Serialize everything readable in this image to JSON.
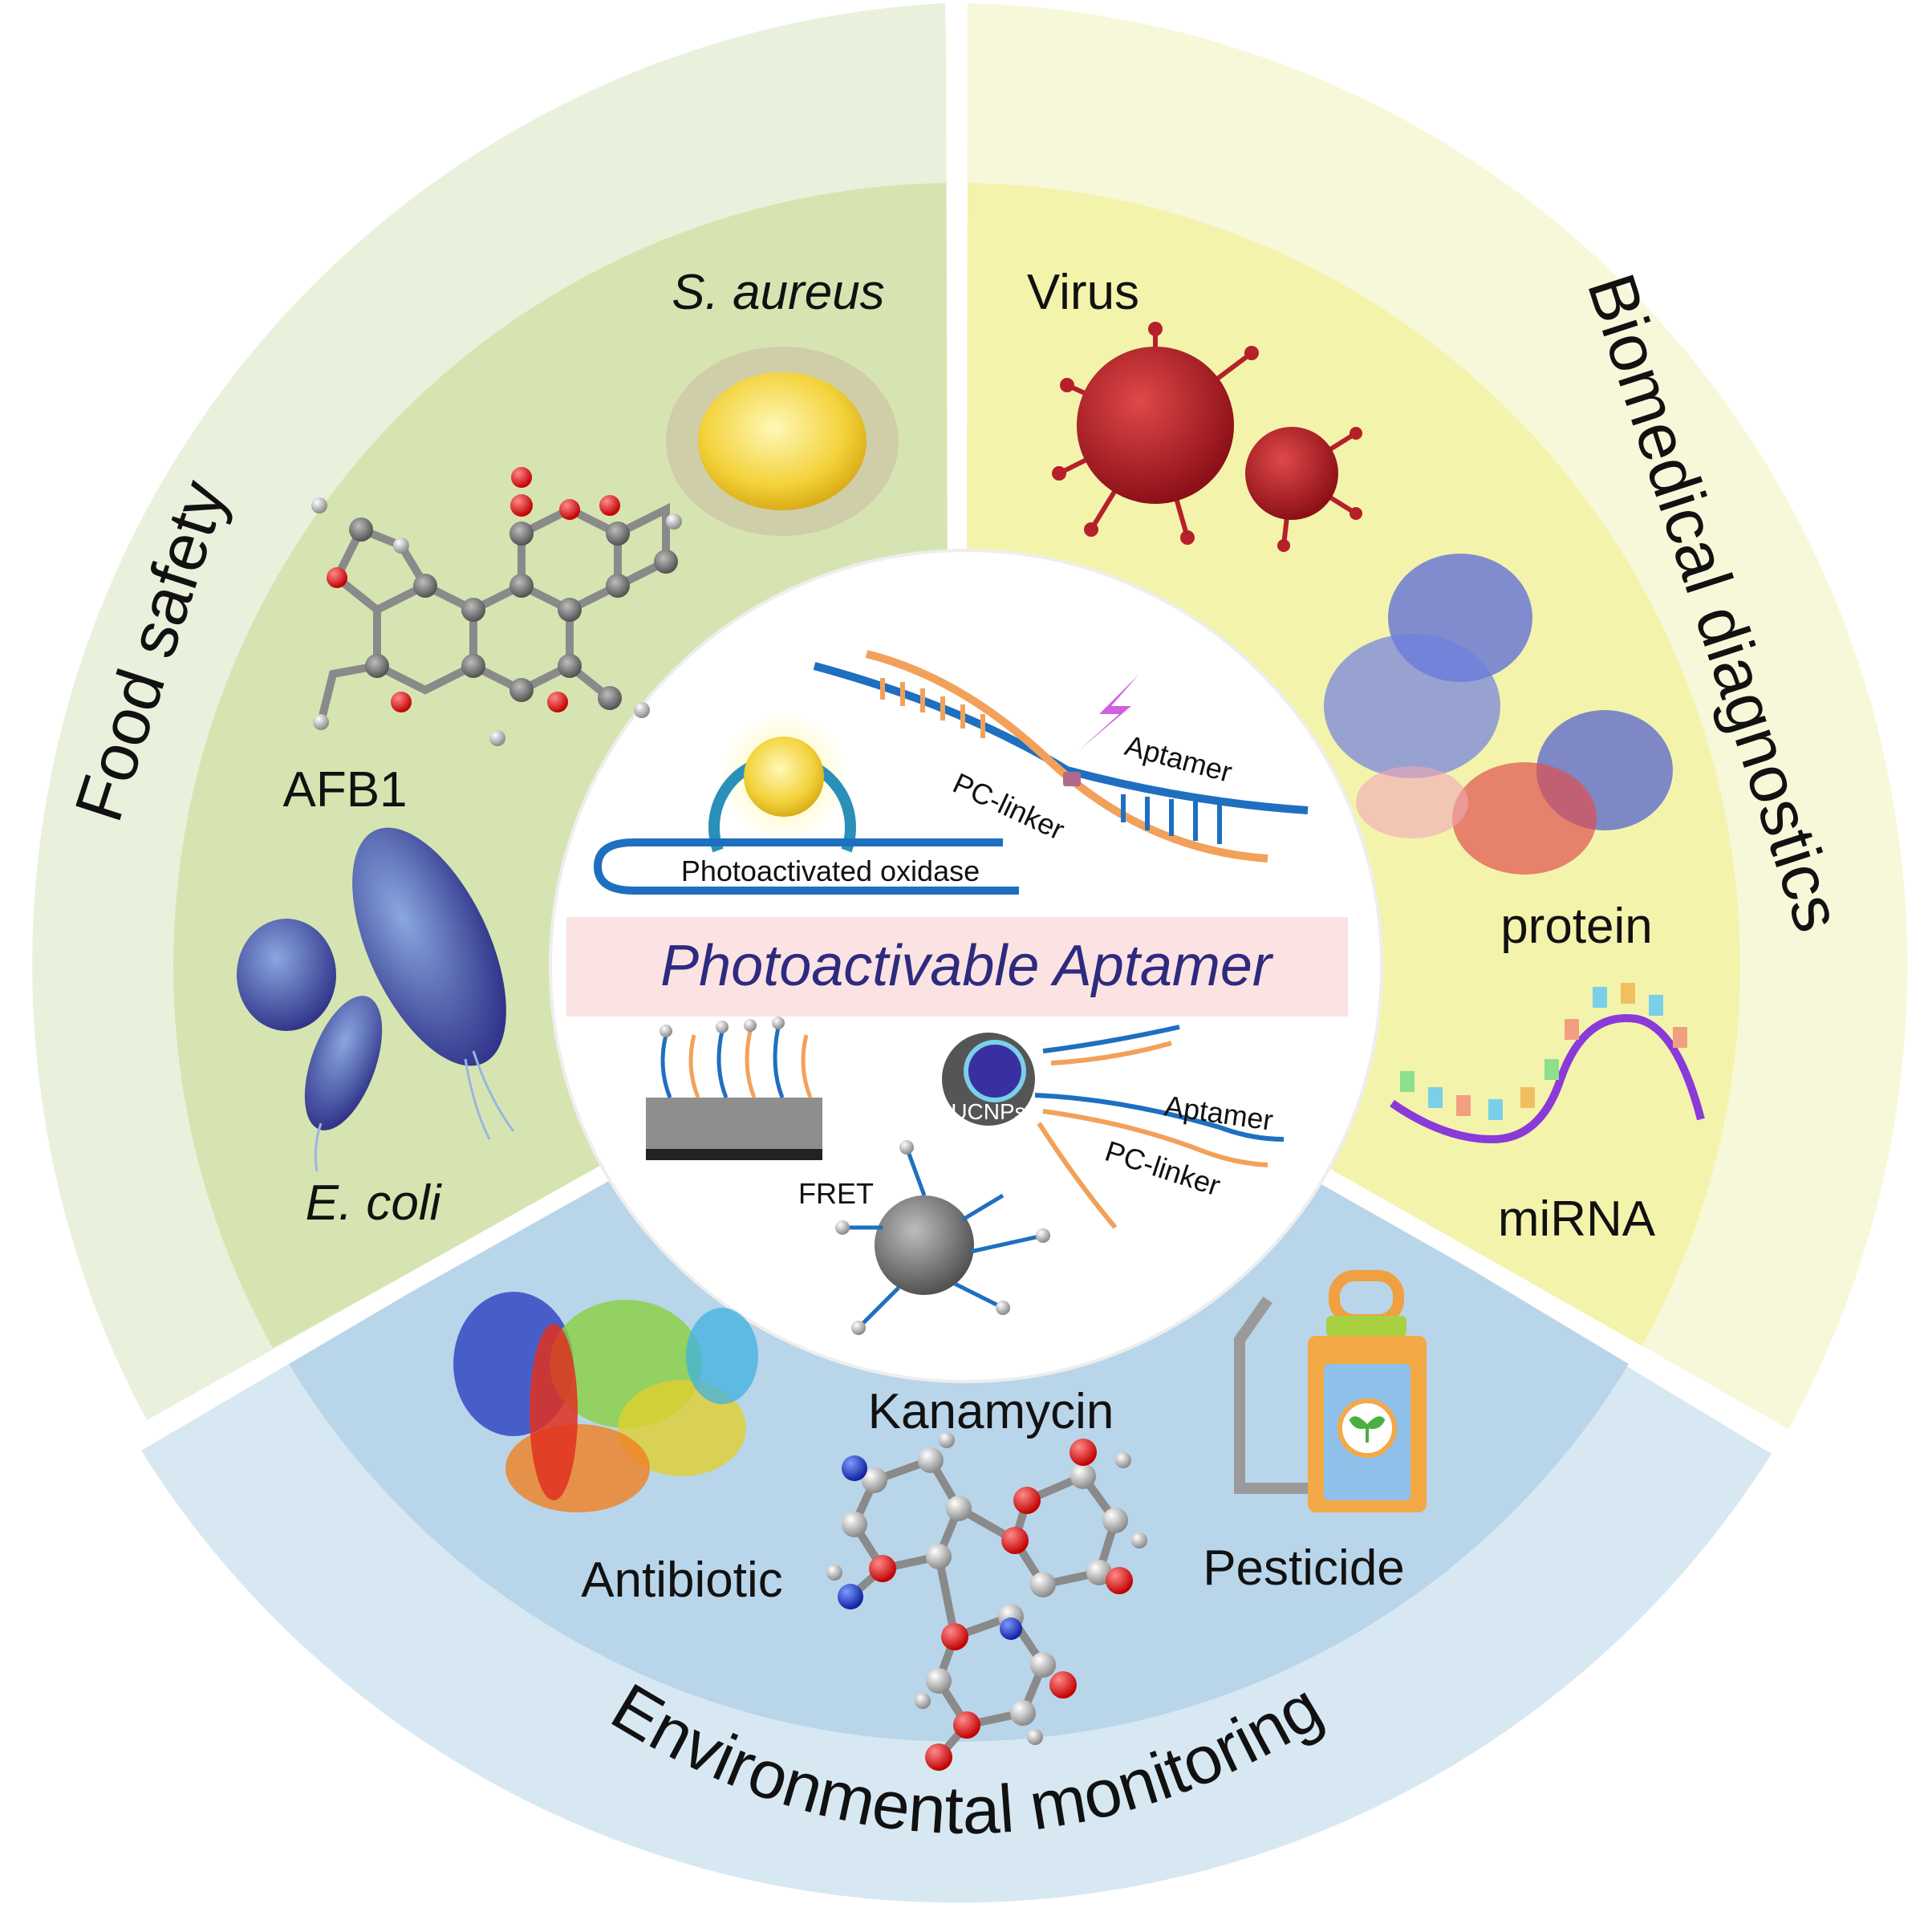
{
  "center": {
    "title": "Photoactivable Aptamer",
    "top_labels": {
      "oxidase": "Photoactivated oxidase",
      "aptamer": "Aptamer",
      "pc_linker": "PC-linker"
    },
    "bottom_labels": {
      "fret": "FRET",
      "ucnps": "UCNPs",
      "aptamer": "Aptamer",
      "pc_linker": "PC-linker"
    }
  },
  "sectors": {
    "food_safety": {
      "title": "Food safety",
      "items": [
        "S. aureus",
        "AFB1",
        "E. coli"
      ]
    },
    "biomedical": {
      "title": "Biomedical diagnostics",
      "items": [
        "Virus",
        "protein",
        "miRNA"
      ]
    },
    "environmental": {
      "title": "Environmental monitoring",
      "items": [
        "Antibiotic",
        "Kanamycin",
        "Pesticide"
      ]
    }
  },
  "colors": {
    "food_outer": "#e9f1dc",
    "food_inner": "#d6e4b1",
    "bio_outer": "#f7f8d9",
    "bio_inner": "#f4f3ac",
    "env_outer": "#d7e8f3",
    "env_inner": "#b9d5ea",
    "center_band": "#fbe3e3",
    "title_color": "#2e2a7f",
    "dna_blue": "#1f6fc0",
    "dna_orange": "#f2a15a",
    "virus_red": "#b5202a",
    "bacteria_blue": "#3a4fa8"
  },
  "icons": [
    "s-aureus-colony-icon",
    "afb1-molecule-icon",
    "e-coli-bacteria-icon",
    "virus-icon",
    "protein-structure-icon",
    "mirna-strand-icon",
    "antibiotic-protein-icon",
    "kanamycin-molecule-icon",
    "pesticide-sprayer-icon"
  ]
}
